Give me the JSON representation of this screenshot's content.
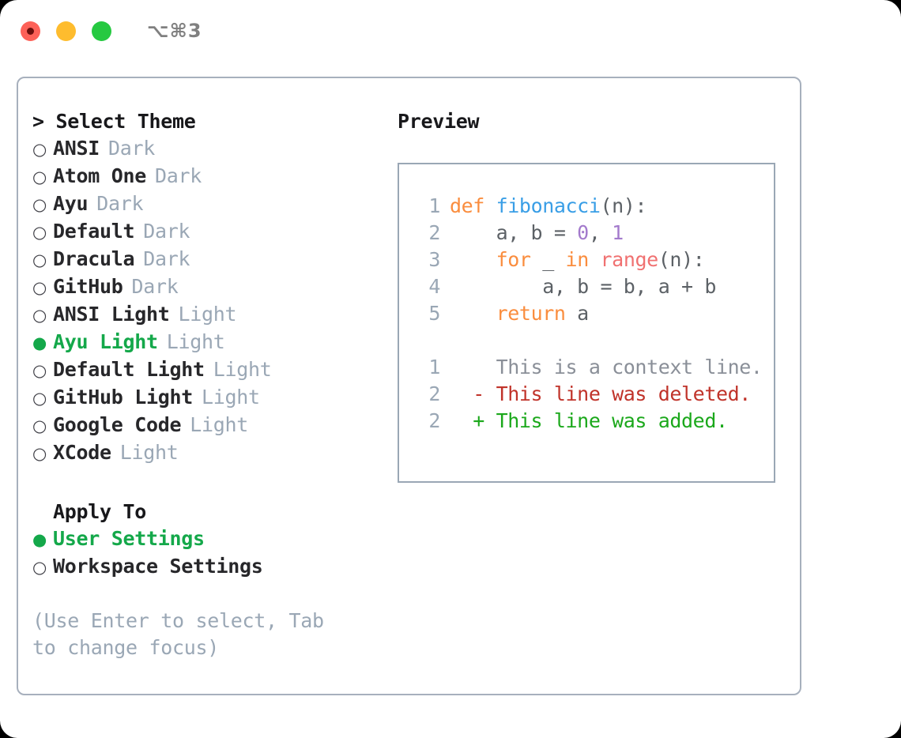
{
  "titlebar": {
    "shortcut": "⌥⌘3",
    "lights": [
      {
        "name": "close",
        "color": "#fd6158"
      },
      {
        "name": "minimize",
        "color": "#febc2e"
      },
      {
        "name": "maximize",
        "color": "#26c941"
      }
    ]
  },
  "theme_picker": {
    "caret": ">",
    "header": "Select Theme",
    "marker_unselected": "○",
    "marker_selected": "●",
    "options": [
      {
        "label": "ANSI",
        "tag": "Dark",
        "selected": false
      },
      {
        "label": "Atom One",
        "tag": "Dark",
        "selected": false
      },
      {
        "label": "Ayu",
        "tag": "Dark",
        "selected": false
      },
      {
        "label": "Default",
        "tag": "Dark",
        "selected": false
      },
      {
        "label": "Dracula",
        "tag": "Dark",
        "selected": false
      },
      {
        "label": "GitHub",
        "tag": "Dark",
        "selected": false
      },
      {
        "label": "ANSI Light",
        "tag": "Light",
        "selected": false
      },
      {
        "label": "Ayu Light",
        "tag": "Light",
        "selected": true
      },
      {
        "label": "Default Light",
        "tag": "Light",
        "selected": false
      },
      {
        "label": "GitHub Light",
        "tag": "Light",
        "selected": false
      },
      {
        "label": "Google Code",
        "tag": "Light",
        "selected": false
      },
      {
        "label": "XCode",
        "tag": "Light",
        "selected": false
      }
    ]
  },
  "apply_to": {
    "title": "Apply To",
    "options": [
      {
        "label": "User Settings",
        "selected": true
      },
      {
        "label": "Workspace Settings",
        "selected": false
      }
    ]
  },
  "hint": "(Use Enter to select, Tab to change focus)",
  "preview": {
    "title": "Preview",
    "code": [
      {
        "no": "1",
        "tokens": [
          {
            "t": "def ",
            "c": "kw"
          },
          {
            "t": "fibonacci",
            "c": "fn"
          },
          {
            "t": "(n):",
            "c": "punc"
          }
        ]
      },
      {
        "no": "2",
        "tokens": [
          {
            "t": "    a, b = ",
            "c": "txt"
          },
          {
            "t": "0",
            "c": "num"
          },
          {
            "t": ", ",
            "c": "txt"
          },
          {
            "t": "1",
            "c": "num"
          }
        ]
      },
      {
        "no": "3",
        "tokens": [
          {
            "t": "    ",
            "c": "txt"
          },
          {
            "t": "for",
            "c": "kw"
          },
          {
            "t": " _ ",
            "c": "txt"
          },
          {
            "t": "in",
            "c": "kw"
          },
          {
            "t": " ",
            "c": "txt"
          },
          {
            "t": "range",
            "c": "bin"
          },
          {
            "t": "(n):",
            "c": "punc"
          }
        ]
      },
      {
        "no": "4",
        "tokens": [
          {
            "t": "        a, b = b, a + b",
            "c": "txt"
          }
        ]
      },
      {
        "no": "5",
        "tokens": [
          {
            "t": "    ",
            "c": "txt"
          },
          {
            "t": "return",
            "c": "kw"
          },
          {
            "t": " a",
            "c": "txt"
          }
        ]
      }
    ],
    "diff": [
      {
        "no": "1",
        "sign": " ",
        "text": "This is a context line.",
        "kind": "ctx"
      },
      {
        "no": "2",
        "sign": "-",
        "text": "This line was deleted.",
        "kind": "del"
      },
      {
        "no": "2",
        "sign": "+",
        "text": "This line was added.",
        "kind": "add"
      }
    ]
  },
  "colors": {
    "accent_green": "#14a84a",
    "muted": "#9aa7b5",
    "border": "#a7b0bd",
    "keyword": "#fa8d3e",
    "function": "#399ee6",
    "number": "#a37acc",
    "builtin": "#f07171",
    "diff_add": "#1ba81b",
    "diff_del": "#c0332a"
  }
}
